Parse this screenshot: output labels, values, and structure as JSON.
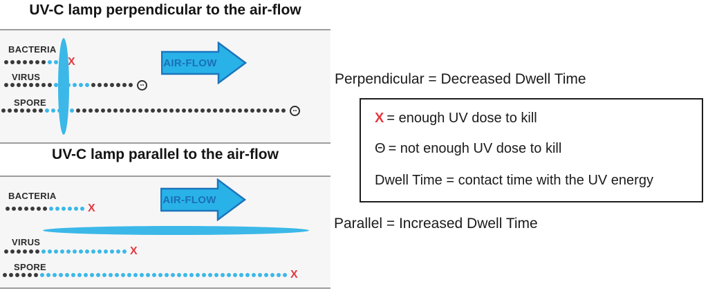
{
  "colors": {
    "lamp_cyan": "#3bb8e8",
    "dot_dark": "#3a3a3a",
    "kill_red": "#e23a41",
    "arrow_fill": "#29b2e8",
    "arrow_border": "#1c75bc",
    "panel_bg": "#f7f6f6",
    "panel_border": "#9c9c9c"
  },
  "markers": {
    "kill_symbol": "X"
  },
  "panels": [
    {
      "title": "UV-C lamp perpendicular to the air-flow",
      "airflow_label": "AIR-FLOW",
      "rows": [
        {
          "label": "BACTERIA",
          "end": "kill",
          "segments": [
            {
              "color": "dark",
              "count": 7
            },
            {
              "color": "cyan",
              "count": 3
            }
          ]
        },
        {
          "label": "VIRUS",
          "end": "survive",
          "segments": [
            {
              "color": "dark",
              "count": 8
            },
            {
              "color": "cyan",
              "count": 6
            },
            {
              "color": "dark",
              "count": 7
            }
          ]
        },
        {
          "label": "SPORE",
          "end": "survive",
          "segments": [
            {
              "color": "dark",
              "count": 7
            },
            {
              "color": "cyan",
              "count": 5
            },
            {
              "color": "dark",
              "count": 34
            }
          ]
        }
      ]
    },
    {
      "title": "UV-C lamp parallel to the air-flow",
      "airflow_label": "AIR-FLOW",
      "rows": [
        {
          "label": "BACTERIA",
          "end": "kill",
          "segments": [
            {
              "color": "dark",
              "count": 7
            },
            {
              "color": "cyan",
              "count": 6
            }
          ]
        },
        {
          "label": "VIRUS",
          "end": "kill",
          "segments": [
            {
              "color": "dark",
              "count": 6
            },
            {
              "color": "cyan",
              "count": 14
            }
          ]
        },
        {
          "label": "SPORE",
          "end": "kill",
          "segments": [
            {
              "color": "dark",
              "count": 6
            },
            {
              "color": "cyan",
              "count": 40
            }
          ]
        }
      ]
    }
  ],
  "right": {
    "perpendicular_caption": "Perpendicular = Decreased Dwell Time",
    "parallel_caption": "Parallel = Increased Dwell Time"
  },
  "legend": {
    "items": [
      {
        "symbol": "X",
        "text": "= enough UV dose to kill"
      },
      {
        "symbol": "Θ",
        "text": "= not enough UV dose to kill"
      },
      {
        "symbol": "",
        "text": "Dwell Time = contact time with the UV energy"
      }
    ]
  }
}
